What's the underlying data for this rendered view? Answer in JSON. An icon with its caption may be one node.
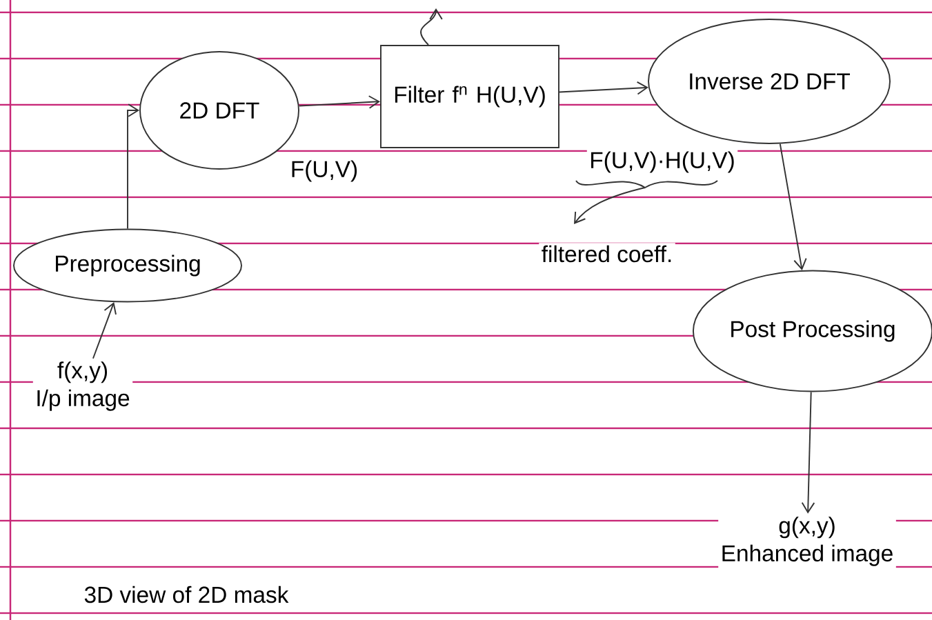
{
  "diagram": {
    "nodes": [
      {
        "text": [
          "f(x,y)",
          "I/p image"
        ]
      },
      {
        "text": [
          "Preprocessing"
        ]
      },
      {
        "text": [
          "2D DFT"
        ]
      },
      {
        "text": [
          "Filter f$^{n}$ H(U,V)"
        ]
      },
      {
        "text": [
          "Inverse 2D DFT"
        ]
      },
      {
        "text": [
          "Post Processing"
        ]
      },
      {
        "text": [
          "g(x,y)",
          "Enhanced image"
        ]
      }
    ],
    "edges": [
      {
        "from": 0,
        "to": 1,
        "arrow": "to"
      },
      {
        "from": 1,
        "to": 2,
        "arrow": "to"
      },
      {
        "from": 2,
        "to": 3,
        "arrow": "to",
        "label": "F(U,V)"
      },
      {
        "from": 3,
        "to": 4,
        "arrow": "to",
        "label": "F(U,V)·H(U,V)"
      },
      {
        "from": 4,
        "to": 5,
        "arrow": "to"
      },
      {
        "from": 5,
        "to": 6,
        "arrow": "to"
      },
      {
        "from": 3,
        "to": null,
        "arrow": "to"
      }
    ],
    "labels": [
      "filtered coeff.",
      "3D view of 2D mask"
    ]
  }
}
